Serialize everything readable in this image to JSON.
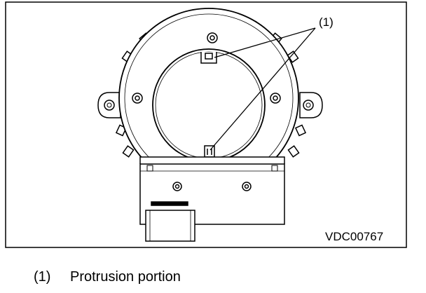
{
  "figure": {
    "callout": "(1)",
    "figure_id": "VDC00767"
  },
  "legend": {
    "number": "(1)",
    "text": "Protrusion portion"
  }
}
